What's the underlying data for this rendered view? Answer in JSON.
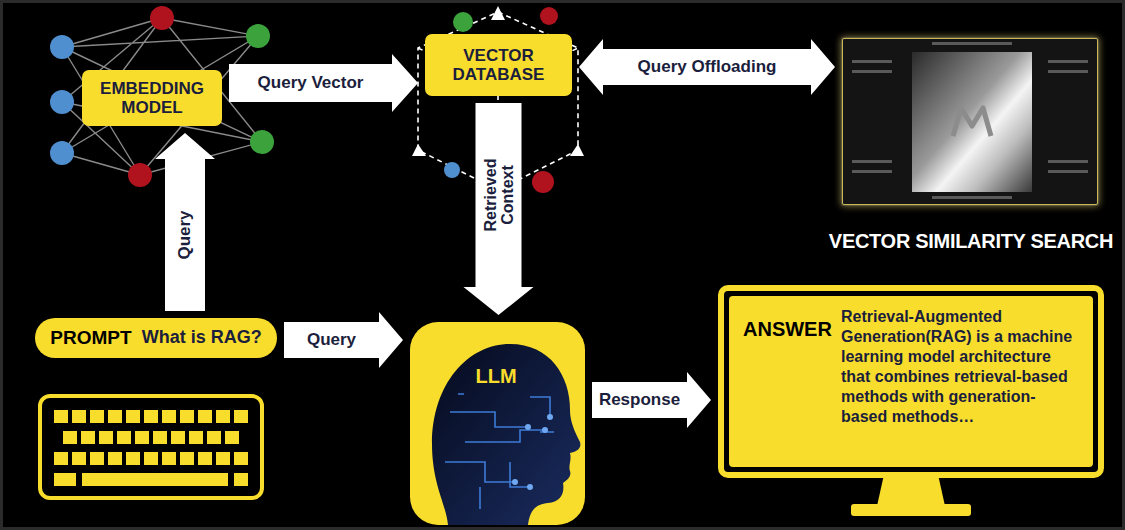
{
  "diagram": {
    "nodes": [
      {
        "text": [
          "EMBEDDING MODEL"
        ]
      },
      {
        "text": [
          "VECTOR DATABASE"
        ]
      },
      {
        "text": [
          "VECTOR SIMILARITY SEARCH"
        ]
      },
      {
        "text": [
          "PROMPT",
          "What is RAG?"
        ]
      },
      {
        "text": [
          "LLM"
        ]
      },
      {
        "text": [
          "ANSWER",
          "Retrieval-Augmented Generation(RAG) is a machine learning model architecture that combines retrieval-based methods with generation-based methods…"
        ]
      }
    ],
    "edges": [
      {
        "from": 3,
        "to": 0,
        "label": "Query",
        "arrow": "to"
      },
      {
        "from": 0,
        "to": 1,
        "label": "Query Vector",
        "arrow": "to"
      },
      {
        "from": 1,
        "to": 2,
        "label": "Query Offloading",
        "arrow": "both"
      },
      {
        "from": 1,
        "to": 4,
        "label": "Retrieved Context",
        "arrow": "to"
      },
      {
        "from": 3,
        "to": 4,
        "label": "Query",
        "arrow": "to"
      },
      {
        "from": 4,
        "to": 5,
        "label": "Response",
        "arrow": "to"
      }
    ]
  }
}
